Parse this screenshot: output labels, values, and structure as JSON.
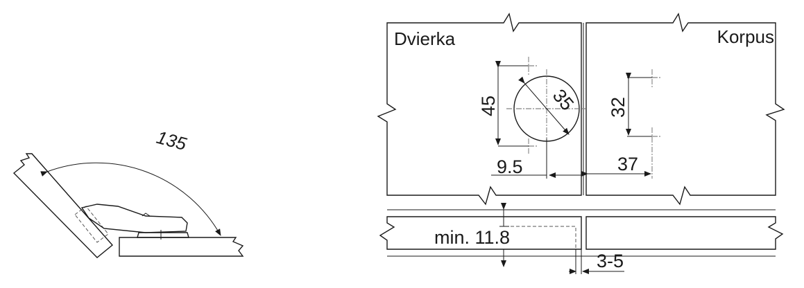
{
  "left_diagram": {
    "angle_label": "135"
  },
  "right_diagram": {
    "door_label": "Dvierka",
    "carcass_label": "Korpus",
    "dim_height": "45",
    "dim_cup_diameter": "35",
    "dim_edge_distance": "9.5",
    "dim_plate_spacing": "32",
    "dim_plate_distance": "37",
    "dim_min_thickness": "min. 11.8",
    "dim_gap": "3-5"
  },
  "colors": {
    "line": "#1a1a1a",
    "hinge_fill": "#e6e6e6"
  }
}
